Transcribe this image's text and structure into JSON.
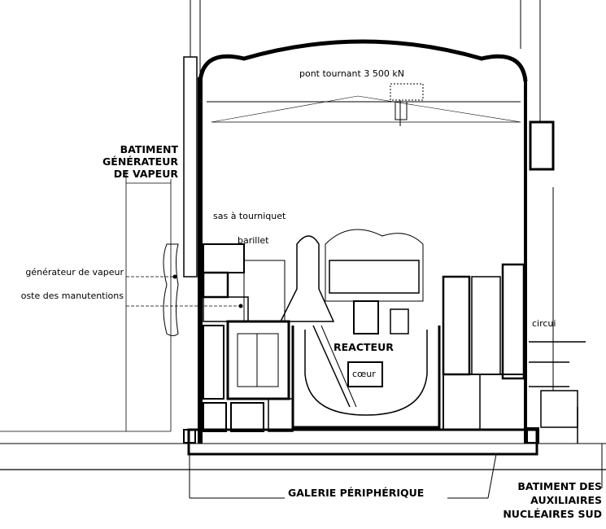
{
  "diagram": {
    "labels": {
      "crane": "pont tournant 3 500 kN",
      "sg_building_1": "BATIMENT",
      "sg_building_2": "GÉNÉRATEUR",
      "sg_building_3": "DE VAPEUR",
      "airlock": "sas à tourniquet",
      "barrel": "barillet",
      "steam_generator": "générateur de vapeur",
      "handling_station": "oste des manutentions",
      "reactor": "REACTEUR",
      "core": "cœur",
      "circuit": "circui",
      "gallery": "GALERIE PÉRIPHÉRIQUE",
      "aux_building_1": "BATIMENT DES",
      "aux_building_2": "AUXILIAIRES",
      "aux_building_3": "NUCLÉAIRES SUD"
    },
    "colors": {
      "ink": "#000000",
      "paper": "#ffffff"
    }
  }
}
